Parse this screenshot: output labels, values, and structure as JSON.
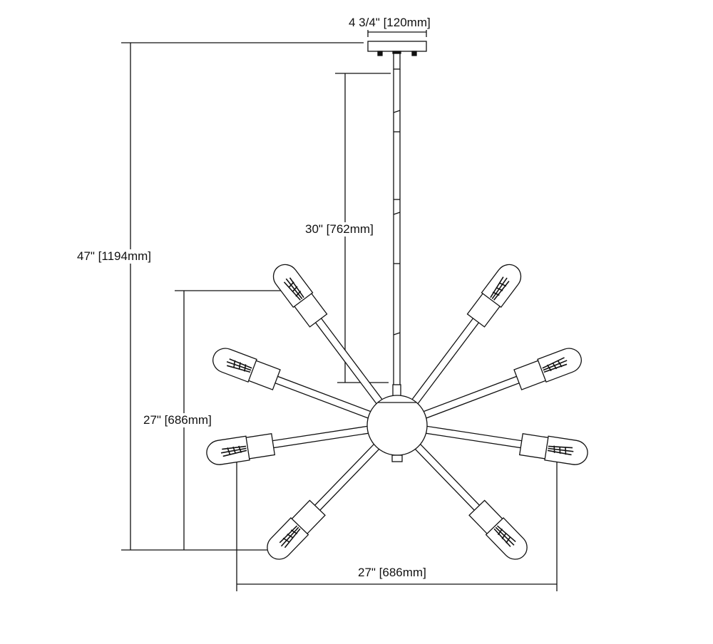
{
  "dimensions": {
    "canopy_width": "4 3/4\" [120mm]",
    "overall_height": "47\" [1194mm]",
    "stem_length": "30\" [762mm]",
    "fixture_height": "27\" [686mm]",
    "fixture_width": "27\" [686mm]"
  },
  "fixture": {
    "arm_count": 8,
    "line_color": "#111111"
  }
}
